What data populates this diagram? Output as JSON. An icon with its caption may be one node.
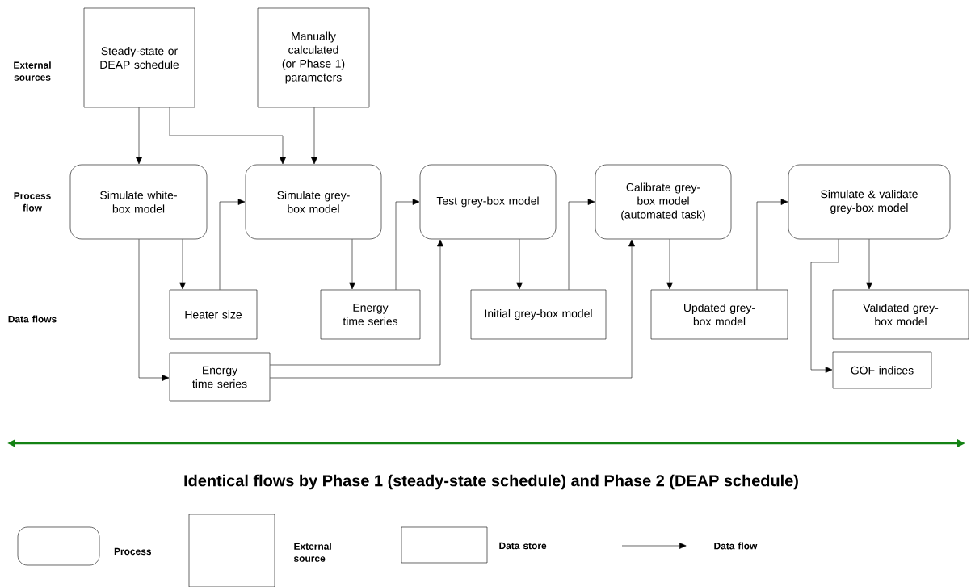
{
  "diagram": {
    "caption": "Identical flows by Phase 1 (steady-state schedule) and Phase 2 (DEAP schedule)",
    "nodes": [
      {
        "text": [
          "Steady-state or DEAP schedule"
        ]
      },
      {
        "text": [
          "Manually calculated (or Phase 1) parameters"
        ]
      },
      {
        "text": [
          "Simulate white-box model"
        ]
      },
      {
        "text": [
          "Simulate grey-box model"
        ]
      },
      {
        "text": [
          "Test grey-box model"
        ]
      },
      {
        "text": [
          "Calibrate grey-box model (automated task)"
        ]
      },
      {
        "text": [
          "Simulate & validate grey-box model"
        ]
      },
      {
        "text": [
          "Heater size"
        ]
      },
      {
        "text": [
          "Energy time series"
        ]
      },
      {
        "text": [
          "Initial grey-box model"
        ]
      },
      {
        "text": [
          "Updated grey-box model"
        ]
      },
      {
        "text": [
          "Validated grey-box model"
        ]
      },
      {
        "text": [
          "Energy time series"
        ]
      },
      {
        "text": [
          "GOF indices"
        ]
      }
    ],
    "edges": [
      {
        "from": 0,
        "to": 2,
        "arrow": "to"
      },
      {
        "from": 0,
        "to": 3,
        "arrow": "to"
      },
      {
        "from": 1,
        "to": 3,
        "arrow": "to"
      },
      {
        "from": 2,
        "to": 7,
        "arrow": "to"
      },
      {
        "from": 7,
        "to": 3,
        "arrow": "to"
      },
      {
        "from": 2,
        "to": 12,
        "arrow": "to"
      },
      {
        "from": 3,
        "to": 8,
        "arrow": "to"
      },
      {
        "from": 8,
        "to": 4,
        "arrow": "to"
      },
      {
        "from": 12,
        "to": 4,
        "arrow": "to"
      },
      {
        "from": 12,
        "to": 5,
        "arrow": "to"
      },
      {
        "from": 4,
        "to": 9,
        "arrow": "to"
      },
      {
        "from": 9,
        "to": 5,
        "arrow": "to"
      },
      {
        "from": 5,
        "to": 10,
        "arrow": "to"
      },
      {
        "from": 10,
        "to": 6,
        "arrow": "to"
      },
      {
        "from": 6,
        "to": 11,
        "arrow": "to"
      },
      {
        "from": 6,
        "to": 13,
        "arrow": "to"
      }
    ],
    "labels": [
      "External sources",
      "Process flow",
      "Data flows"
    ],
    "legend": [
      {
        "text": "Process"
      },
      {
        "text": "External source"
      },
      {
        "text": "Data store"
      },
      {
        "text": "Data flow"
      }
    ]
  }
}
